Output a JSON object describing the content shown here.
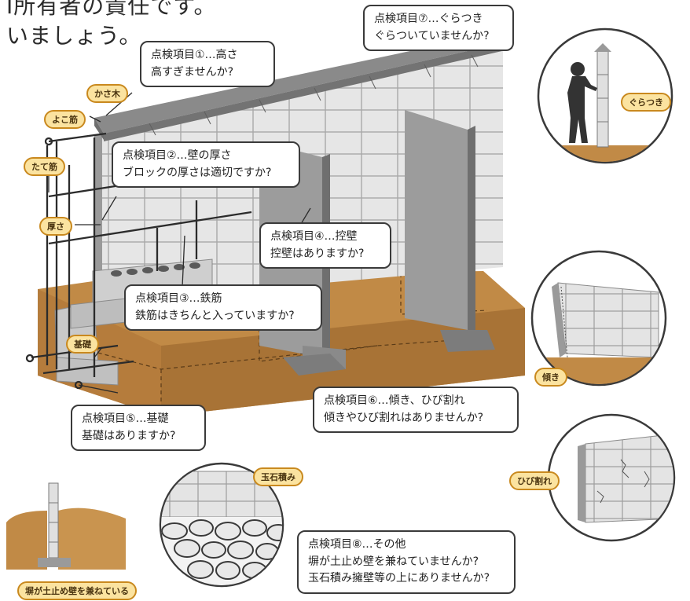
{
  "header": {
    "line1": "I所有者の責任です。",
    "line2": "いましょう。"
  },
  "callouts": {
    "c1": {
      "title": "点検項目①…高さ",
      "question": "高すぎませんか?"
    },
    "c2": {
      "title": "点検項目②…壁の厚さ",
      "question": "ブロックの厚さは適切ですか?"
    },
    "c3": {
      "title": "点検項目③…鉄筋",
      "question": "鉄筋はきちんと入っていますか?"
    },
    "c4": {
      "title": "点検項目④…控壁",
      "question": "控壁はありますか?"
    },
    "c5": {
      "title": "点検項目⑤…基礎",
      "question": "基礎はありますか?"
    },
    "c6": {
      "title": "点検項目⑥…傾き、ひび割れ",
      "question": "傾きやひび割れはありませんか?"
    },
    "c7": {
      "title": "点検項目⑦…ぐらつき",
      "question": "ぐらついていませんか?"
    },
    "c8": {
      "title": "点検項目⑧…その他",
      "q1": "塀が土止め壁を兼ねていませんか?",
      "q2": "玉石積み擁壁等の上にありませんか?"
    }
  },
  "labels": {
    "kasagi": "かさ木",
    "yokokin": "よこ筋",
    "tatekin": "たて筋",
    "atsusa": "厚さ",
    "kiso": "基礎",
    "guratsuki": "ぐらつき",
    "katamuki": "傾き",
    "hibiware": "ひび割れ",
    "tamaishi": "玉石積み",
    "dodome": "塀が土止め壁を兼ねている"
  },
  "colors": {
    "wall_light": "#e3e3e3",
    "wall_mid": "#c4c4c4",
    "wall_dark": "#8d8d8d",
    "cap": "#7e7e7e",
    "soil": "#c18a46",
    "soil_dark": "#9b6a2f",
    "tag_fill": "#fbe3a0",
    "tag_border": "#c9891e",
    "outline": "#3a3a3a"
  }
}
